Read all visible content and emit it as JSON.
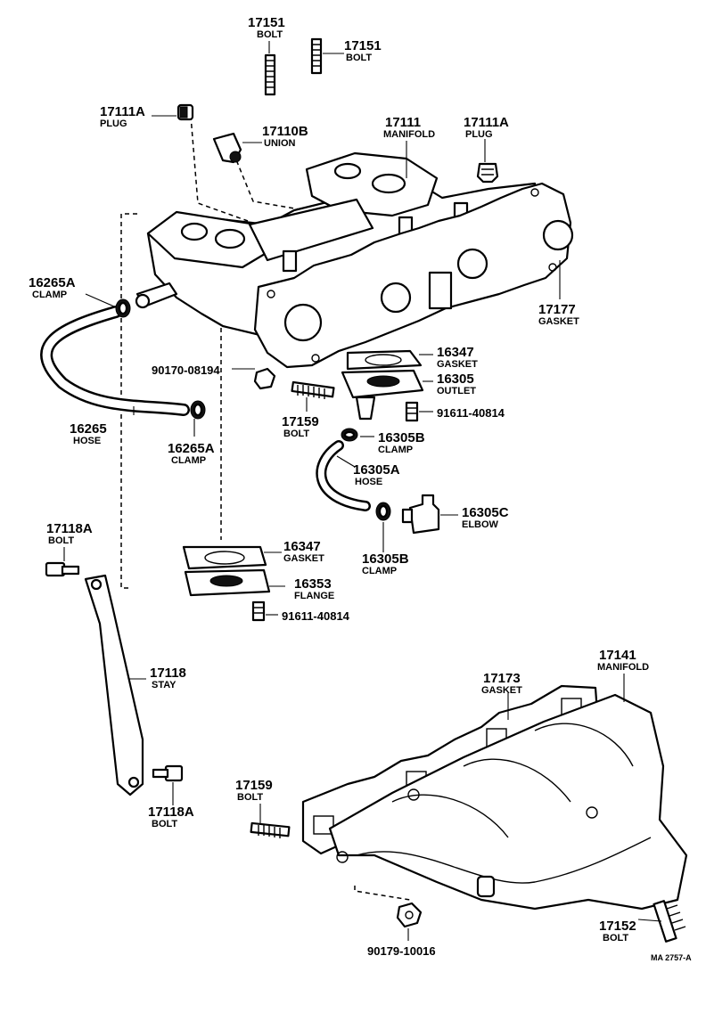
{
  "labels": {
    "bolt_17151_top": {
      "num": "17151",
      "name": "BOLT"
    },
    "bolt_17151_right": {
      "num": "17151",
      "name": "BOLT"
    },
    "plug_17111a_left": {
      "num": "17111A",
      "name": "PLUG"
    },
    "union_17110b": {
      "num": "17110B",
      "name": "UNION"
    },
    "manifold_17111": {
      "num": "17111",
      "name": "MANIFOLD"
    },
    "plug_17111a_right": {
      "num": "17111A",
      "name": "PLUG"
    },
    "clamp_16265a_top": {
      "num": "16265A",
      "name": "CLAMP"
    },
    "gasket_17177": {
      "num": "17177",
      "name": "GASKET"
    },
    "gasket_16347_upper": {
      "num": "16347",
      "name": "GASKET"
    },
    "outlet_16305": {
      "num": "16305",
      "name": "OUTLET"
    },
    "nut_90170": {
      "num": "90170-08194",
      "name": ""
    },
    "bolt_91611_upper": {
      "num": "91611-40814",
      "name": ""
    },
    "hose_16265": {
      "num": "16265",
      "name": "HOSE"
    },
    "bolt_17159_upper": {
      "num": "17159",
      "name": "BOLT"
    },
    "clamp_16305b_upper": {
      "num": "16305B",
      "name": "CLAMP"
    },
    "clamp_16265a_lower": {
      "num": "16265A",
      "name": "CLAMP"
    },
    "hose_16305a": {
      "num": "16305A",
      "name": "HOSE"
    },
    "elbow_16305c": {
      "num": "16305C",
      "name": "ELBOW"
    },
    "bolt_17118a_upper": {
      "num": "17118A",
      "name": "BOLT"
    },
    "gasket_16347_lower": {
      "num": "16347",
      "name": "GASKET"
    },
    "clamp_16305b_lower": {
      "num": "16305B",
      "name": "CLAMP"
    },
    "flange_16353": {
      "num": "16353",
      "name": "FLANGE"
    },
    "bolt_91611_lower": {
      "num": "91611-40814",
      "name": ""
    },
    "stay_17118": {
      "num": "17118",
      "name": "STAY"
    },
    "manifold_17141": {
      "num": "17141",
      "name": "MANIFOLD"
    },
    "gasket_17173": {
      "num": "17173",
      "name": "GASKET"
    },
    "bolt_17159_lower": {
      "num": "17159",
      "name": "BOLT"
    },
    "bolt_17118a_lower": {
      "num": "17118A",
      "name": "BOLT"
    },
    "bolt_17152": {
      "num": "17152",
      "name": "BOLT"
    },
    "nut_90179": {
      "num": "90179-10016",
      "name": ""
    }
  },
  "drawing_ref": "MA 2757-A"
}
